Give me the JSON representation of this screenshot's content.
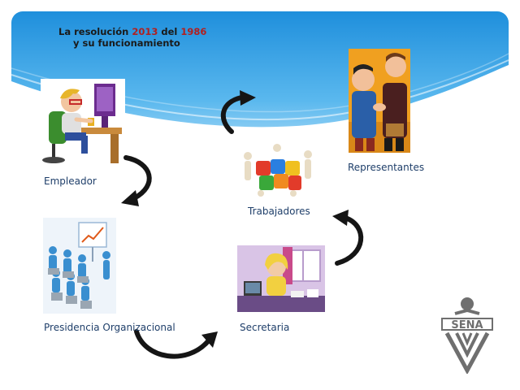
{
  "title": {
    "line1_prefix": "La resolución",
    "line1_num1": "2013",
    "line1_mid": "del",
    "line1_num2": "1986",
    "line2": "y su funcionamiento"
  },
  "nodes": {
    "empleador": "Empleador",
    "representantes": "Representantes",
    "trabajadores": "Trabajadores",
    "presidencia": "Presidencia Organizacional",
    "secretaria": "Secretaria"
  },
  "logo": {
    "text": "SENA"
  },
  "colors": {
    "sky": "#3aa3e3",
    "label": "#1f3f6a",
    "title_number": "#b02020",
    "arrow": "#151515"
  }
}
